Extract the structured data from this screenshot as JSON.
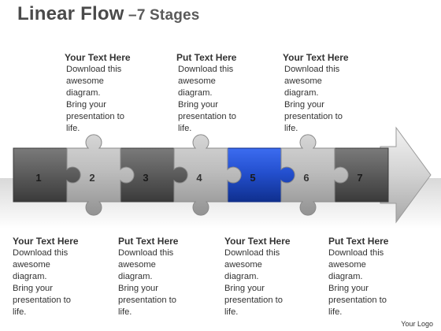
{
  "title": {
    "main": "Linear Flow",
    "dash": " –",
    "sub": "7 Stages"
  },
  "stages": [
    {
      "number": "1",
      "color": "dark"
    },
    {
      "number": "2",
      "color": "light"
    },
    {
      "number": "3",
      "color": "dark"
    },
    {
      "number": "4",
      "color": "light"
    },
    {
      "number": "5",
      "color": "blue"
    },
    {
      "number": "6",
      "color": "light"
    },
    {
      "number": "7",
      "color": "dark"
    }
  ],
  "colors": {
    "dark": "#5a5a5a",
    "light": "#b8b8b8",
    "blue": "#2a55c8",
    "arrow": "#cfcfcf"
  },
  "top_blocks": [
    {
      "heading": "Your Text Here",
      "lines": [
        "Download this",
        "awesome",
        "diagram.",
        "Bring your",
        "presentation to",
        "life."
      ]
    },
    {
      "heading": "Put Text Here",
      "lines": [
        "Download this",
        "awesome",
        "diagram.",
        "Bring your",
        "presentation to",
        "life."
      ]
    },
    {
      "heading": "Your Text Here",
      "lines": [
        "Download this",
        "awesome",
        "diagram.",
        "Bring your",
        "presentation to",
        "life."
      ]
    }
  ],
  "bottom_blocks": [
    {
      "heading": "Your Text Here",
      "lines": [
        "Download this",
        "awesome",
        "diagram.",
        "Bring your",
        "presentation to",
        "life."
      ]
    },
    {
      "heading": "Put Text Here",
      "lines": [
        "Download this",
        "awesome",
        "diagram.",
        "Bring your",
        "presentation to",
        "life."
      ]
    },
    {
      "heading": "Your Text Here",
      "lines": [
        "Download this",
        "awesome",
        "diagram.",
        "Bring your",
        "presentation to",
        "life."
      ]
    },
    {
      "heading": "Put Text Here",
      "lines": [
        "Download this",
        "awesome",
        "diagram.",
        "Bring your",
        "presentation to",
        "life."
      ]
    }
  ],
  "logo": "Your Logo"
}
